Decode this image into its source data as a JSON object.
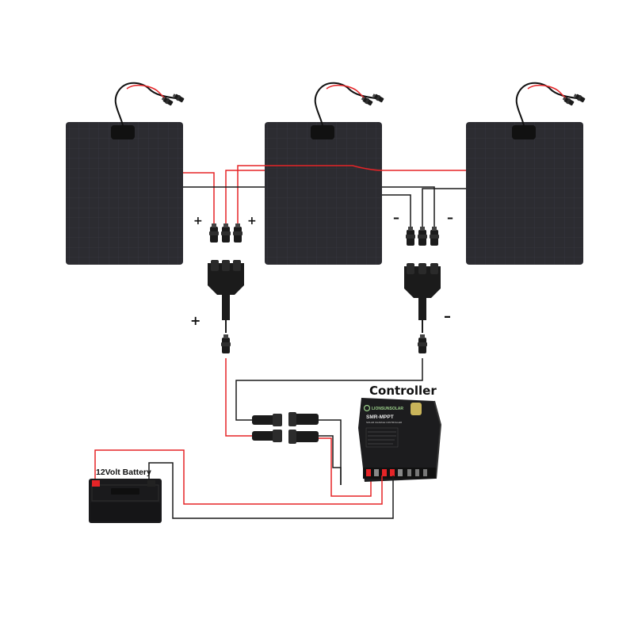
{
  "labels": {
    "controller": "Controller",
    "battery": "12Volt Battery",
    "plus": "+",
    "minus": "–"
  },
  "controller": {
    "brand": "LIONSUNSOLAR",
    "model": "SMR-MPPT",
    "subtitle": "SOLAR CHARGE CONTROLLER"
  },
  "colors": {
    "positive_wire": "#e52427",
    "negative_wire": "#1a1a1a",
    "panel": "#2b2b30",
    "panel_grid": "#3a3a44",
    "background": "#ffffff"
  },
  "icons": {
    "panel": "solar-panel-icon",
    "connector": "mc4-connector-icon",
    "branch": "mc4-branch-connector-icon",
    "controller": "charge-controller-icon",
    "battery": "battery-icon"
  }
}
